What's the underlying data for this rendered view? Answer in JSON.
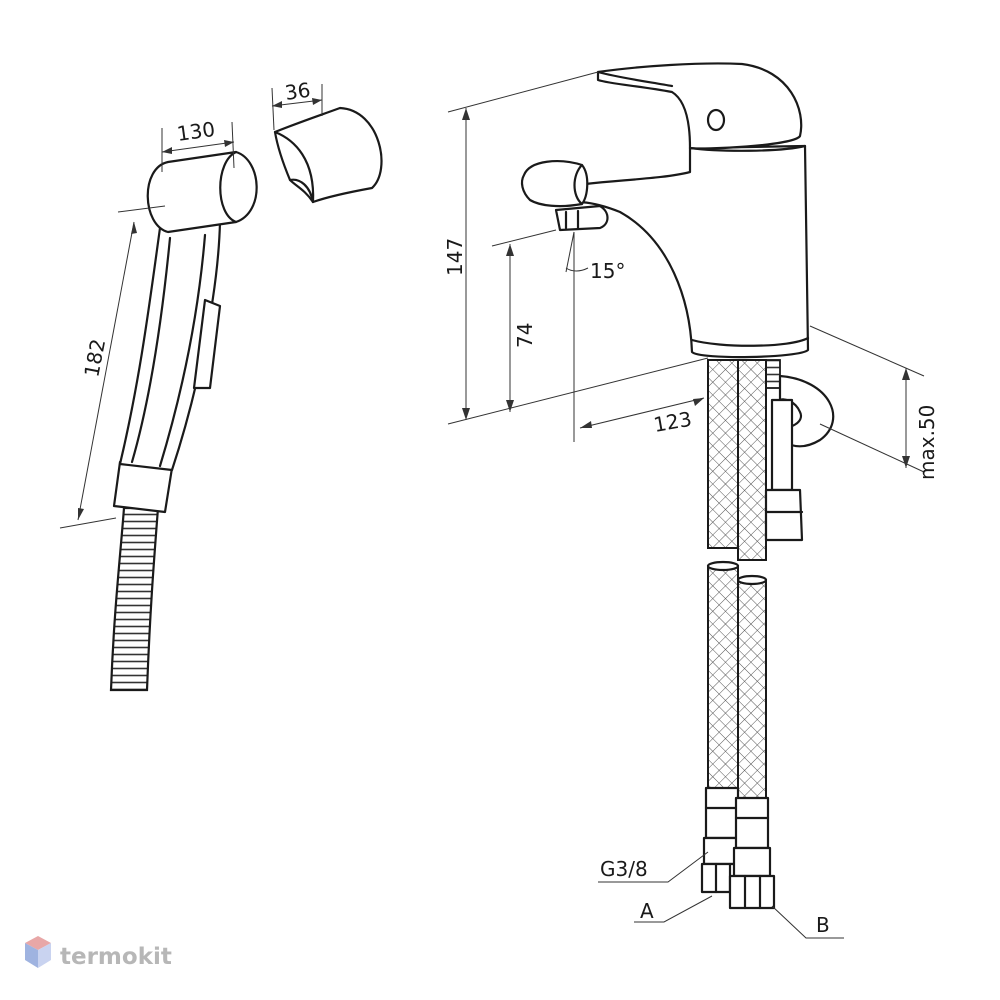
{
  "dimensions": {
    "handle_width": "130",
    "holder_width": "36",
    "handle_length": "182",
    "faucet_height": "147",
    "spout_height": "74",
    "spout_angle": "15°",
    "spout_reach": "123",
    "max_thickness": "max.50"
  },
  "labels": {
    "thread": "G3/8",
    "hose_a": "A",
    "hose_b": "B"
  },
  "watermark": {
    "text": "termokit",
    "logo_icon": "hexagon-cube-icon",
    "colors": {
      "logo_top": "#e8a7a7",
      "logo_left": "#9fb3e0",
      "logo_right": "#c9d3f0",
      "text": "#b7b7b7"
    }
  }
}
